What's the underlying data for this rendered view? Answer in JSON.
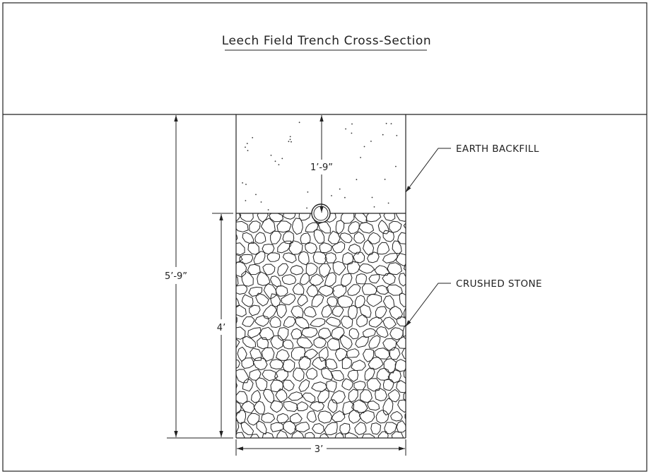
{
  "title": "Leech Field Trench Cross-Section",
  "dimensions": {
    "total_depth": "5’-9”",
    "backfill_depth": "1’-9”",
    "stone_depth": "4’",
    "trench_width": "3’"
  },
  "callouts": {
    "earth_backfill": "EARTH BACKFILL",
    "crushed_stone": "CRUSHED STONE"
  },
  "colors": {
    "line": "#222222",
    "background": "#ffffff"
  }
}
